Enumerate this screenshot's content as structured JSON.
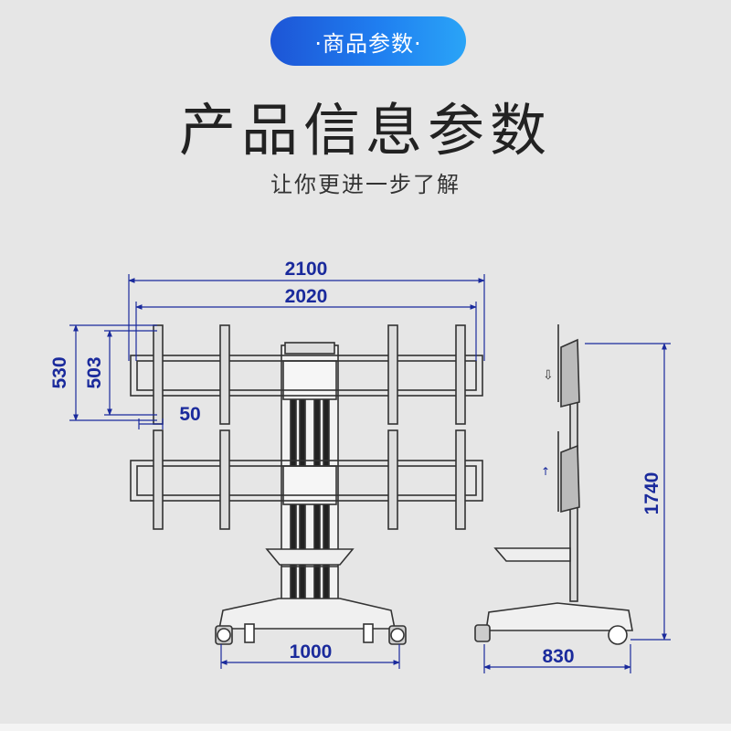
{
  "header": {
    "badge": "·商品参数·",
    "title": "产品信息参数",
    "subtitle": "让你更进一步了解"
  },
  "dimensions": {
    "total_width": "2100",
    "inner_width": "2020",
    "frame_height": "530",
    "inner_height": "503",
    "offset": "50",
    "base_width": "1000",
    "side_depth": "830",
    "total_height": "1740"
  },
  "colors": {
    "badge_start": "#1d55d6",
    "badge_end": "#2aa4f7",
    "dimension_line": "#1a2a9c",
    "drawing_line": "#333333"
  }
}
